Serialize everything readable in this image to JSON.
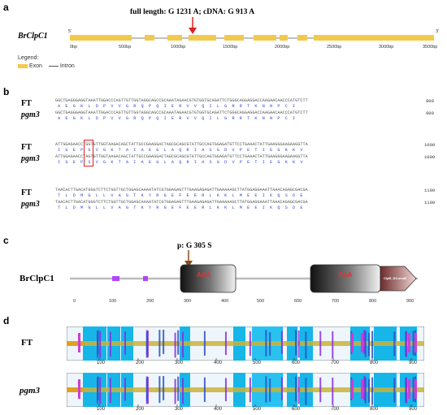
{
  "panel_a": {
    "label": "a",
    "gene": "BrClpC1",
    "mutation": "full length: G 1231 A; cDNA: G 913 A",
    "five_prime": "5'",
    "three_prime": "3'",
    "ruler": [
      "0bp",
      "500bp",
      "1000bp",
      "1500bp",
      "2000bp",
      "2500bp",
      "3000bp",
      "3500bp"
    ],
    "legend_title": "Legend:",
    "legend_exon": "Exon",
    "legend_intron": "Intron",
    "exon_color": "#f2c94c"
  },
  "panel_b": {
    "label": "b",
    "blocks": [
      {
        "ft_dna": "GGCTGAGGGAGGTAAATTGGACCCAGTTGTTGGTAGGCAGCCGCAAATAGAACGTGTGGTGCAGATTCTGGGCAGGAGGACCAAGAACAACCCATGTCTT",
        "ft_aa": " A  E  G  K  L  D  P  V  V  G  R  Q  P  Q  I  E  R  V  V  Q  I  L  G  R  R  T  K  N  N  P  C  I",
        "pgm_dna": "GGCTGAGGGAGGTAAATTGGACCCAGTTGTTGGTAGGCAGCCGCAAATAGAACGTGTGGTGCAGATTCTGGGCAGGAGGACCAAGAACAACCCATGTCTT",
        "pgm_aa": " A  E  G  K  L  D  P  V  V  G  R  Q  P  Q  I  E  R  V  V  Q  I  L  G  R  R  T  K  N  N  P  C  I",
        "ft_num": "900",
        "pgm_num": "900"
      },
      {
        "ft_dna": "ATTGGAGAACCTGGTGTTGGTAAGACAGCTATTGCCGAAGGACTAGCGCAGCGTATTGCCAGTGGAGATGTTCCTGAAACTATTGAAGGGAAGAAGGTTA",
        "ft_aa": " I  G  E  P  G  V  G  K  T  A  I  A  E  G  L  A  Q  R  I  A  S  G  D  V  P  E  T  I  E  G  K  K  V",
        "pgm_dna": "ATTGGAGAACCTAGTGTTGGTAAGACAGCTATTGCCGAAGGACTAGCGCAGCGTATTGCCAGTGGAGATGTTCCTGAAACTATTGAAGGGAAGAAGGTTA",
        "pgm_aa": " I  G  E  P  S  V  G  K  T  A  I  A  E  G  L  A  Q  R  I  A  S  G  D  V  P  E  T  I  E  G  K  K  V",
        "ft_num": "1000",
        "pgm_num": "1000"
      },
      {
        "ft_dna": "TAACACTTGACATGGGTCTTCTGGTTGCTGGAGCAAAATATCGTGGAGAGTTTGAAGAGAGATTGAAAAAGCTTATGGAGGAAATTAAACAGAGCGACGA",
        "ft_aa": " T  L  D  M  G  L  L  V  A  G  T  K  Y  R  G  E  F  E  E  R  L  K  K  L  M  E  E  I  K  Q  S  D  E",
        "pgm_dna": "TAACACTTGACATGGGTCTTCTGGTTGCTGGAGCAAAATATCGTGGAGAGTTTGAAGAGAGATTGAAAAAGCTTATGGAGGAAATTAAACAGAGCGACGA",
        "pgm_aa": " T  L  D  M  G  L  L  V  A  G  T  K  Y  R  G  E  F  E  E  R  L  K  K  L  M  E  E  I  K  Q  S  D  E",
        "ft_num": "1100",
        "pgm_num": "1100"
      }
    ],
    "ft_label": "FT",
    "pgm_label": "pgm3"
  },
  "panel_c": {
    "label": "c",
    "gene": "BrClpC1",
    "mutation": "p: G 305 S",
    "domain1": "AAA",
    "domain2": "AAA",
    "domain3": "ClpB_D2-small",
    "ticks": [
      "0",
      "100",
      "200",
      "300",
      "400",
      "500",
      "600",
      "700",
      "800",
      "900"
    ],
    "accent": "#c41e3a"
  },
  "panel_d": {
    "label": "d",
    "ft_label": "FT",
    "pgm_label": "pgm3",
    "ticks": [
      "100",
      "200",
      "300",
      "400",
      "500",
      "600",
      "700",
      "800",
      "900"
    ]
  }
}
